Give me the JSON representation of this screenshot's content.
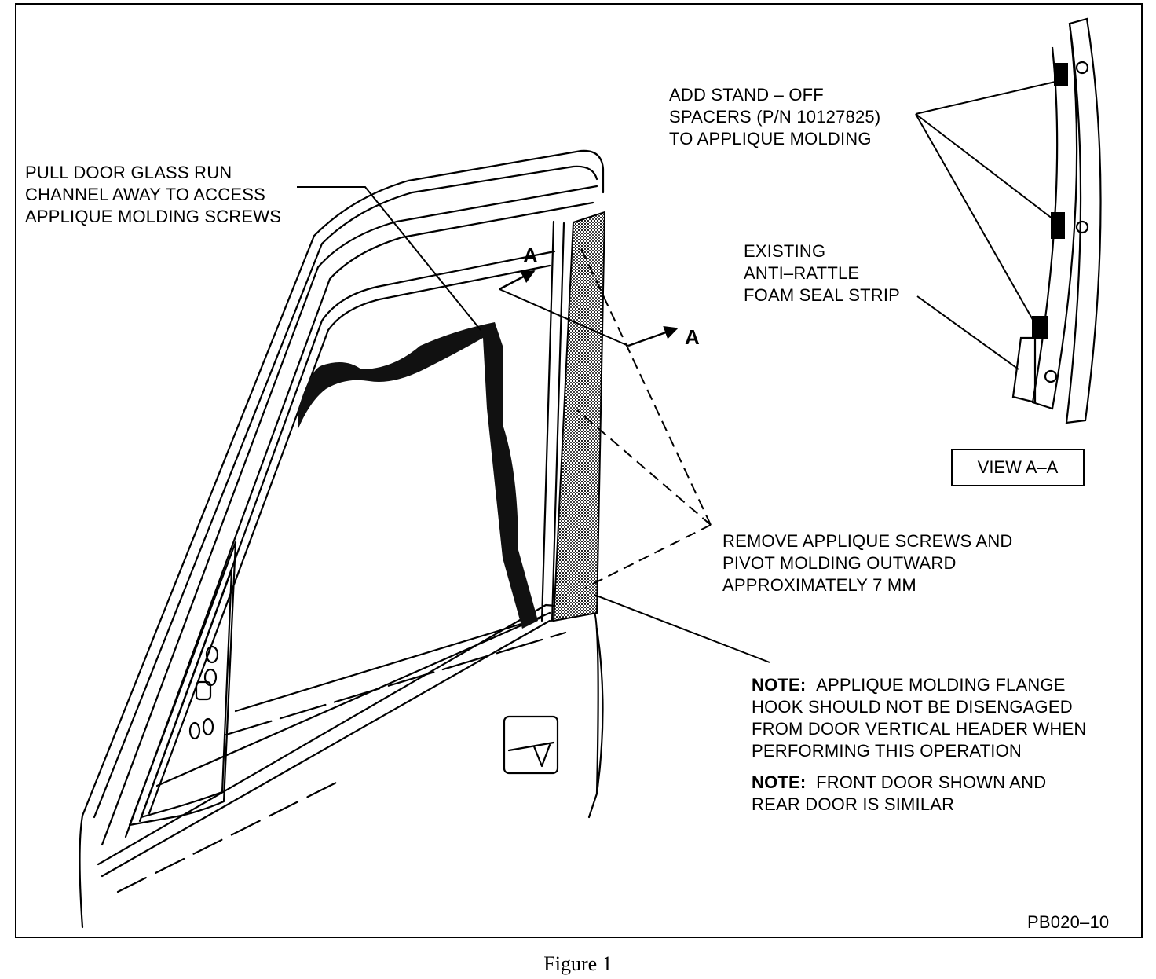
{
  "callouts": {
    "pull_channel": [
      "PULL DOOR GLASS RUN",
      "CHANNEL AWAY TO ACCESS",
      "APPLIQUE MOLDING SCREWS"
    ],
    "add_spacers": [
      "ADD STAND – OFF",
      "SPACERS (P/N 10127825)",
      "TO APPLIQUE MOLDING"
    ],
    "foam_strip": [
      "EXISTING",
      "ANTI–RATTLE",
      "FOAM SEAL STRIP"
    ],
    "remove_screws": [
      "REMOVE APPLIQUE SCREWS AND",
      "PIVOT MOLDING OUTWARD",
      "APPROXIMATELY 7 MM"
    ]
  },
  "section_marks": {
    "upper": "A",
    "lower": "A"
  },
  "view_label": "VIEW A–A",
  "notes": {
    "note1_label": "NOTE:",
    "note1_lines": [
      "APPLIQUE MOLDING FLANGE",
      "HOOK SHOULD NOT BE DISENGAGED",
      "FROM DOOR VERTICAL HEADER WHEN",
      "PERFORMING THIS OPERATION"
    ],
    "note2_label": "NOTE:",
    "note2_lines": [
      "FRONT DOOR SHOWN AND",
      "REAR DOOR IS SIMILAR"
    ]
  },
  "figure_id": "PB020–10",
  "caption": "Figure 1"
}
